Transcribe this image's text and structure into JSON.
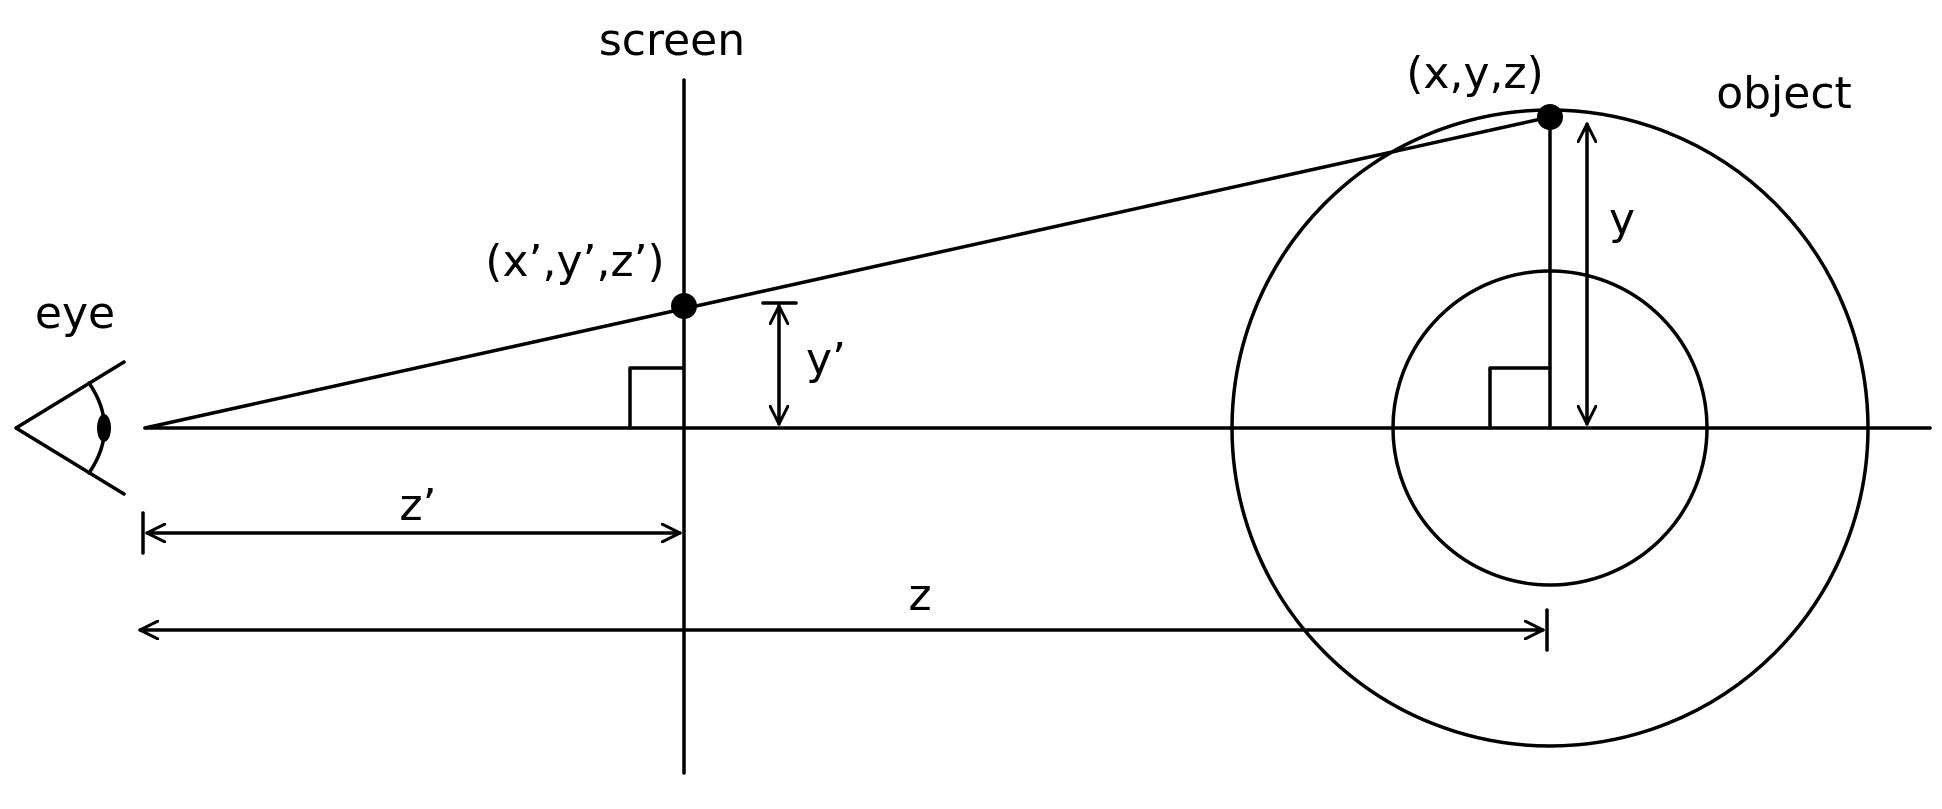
{
  "labels": {
    "screen": "screen",
    "object": "object",
    "eye": "eye",
    "object_point": "(x,y,z)",
    "screen_point": "(x’,y’,z’)",
    "y": "y",
    "y_prime": "y’",
    "z_prime": "z’",
    "z": "z"
  },
  "colors": {
    "ink": "#000000",
    "background": "#ffffff"
  },
  "icons": {
    "eye": "eye-icon"
  }
}
